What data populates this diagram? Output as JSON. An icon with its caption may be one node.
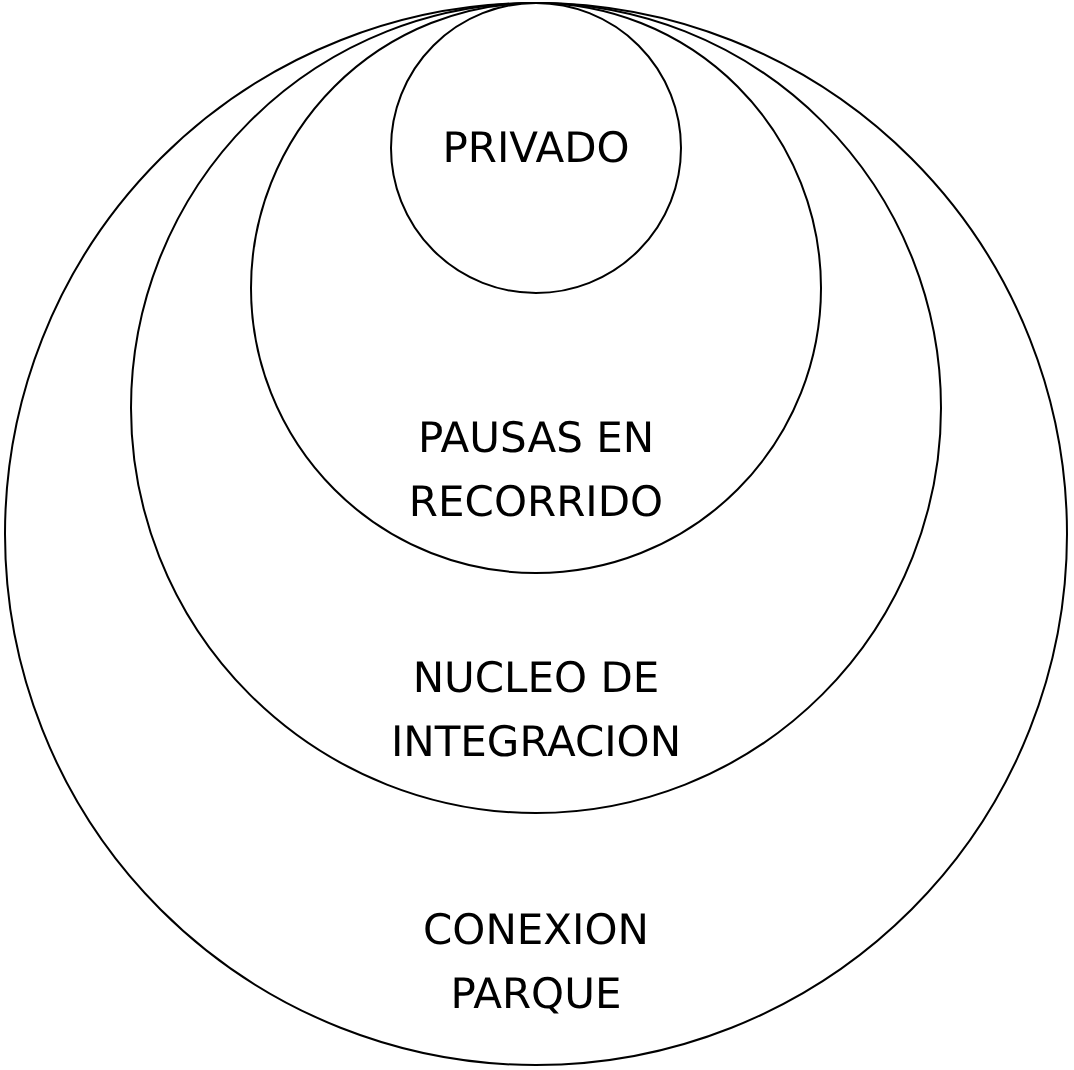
{
  "diagram": {
    "nodes": [
      {
        "text": [
          "CONEXION PARQUE"
        ]
      },
      {
        "text": [
          "NUCLEO DE INTEGRACION"
        ],
        "in": 0
      },
      {
        "text": [
          "PAUSAS EN RECORRIDO"
        ],
        "in": 1
      },
      {
        "text": [
          "PRIVADO"
        ],
        "in": 2
      }
    ]
  }
}
